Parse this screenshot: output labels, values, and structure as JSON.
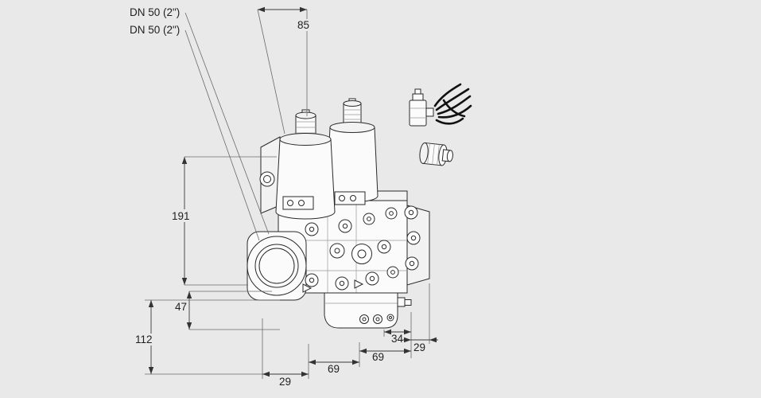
{
  "style": {
    "background": "#e9e9e9",
    "line_color": "#2a2a2a",
    "dimension_color": "#3a3a3a",
    "text_color": "#1f1f1f"
  },
  "labels": {
    "dn_top": "DN 50 (2\")",
    "dn_bottom": "DN 50 (2\")"
  },
  "dimensions": {
    "top_width": "85",
    "height_191": "191",
    "height_47": "47",
    "height_112": "112",
    "bottom_29_left": "29",
    "bottom_69_left": "69",
    "bottom_69_right": "69",
    "bottom_34": "34",
    "bottom_29_right": "29"
  }
}
